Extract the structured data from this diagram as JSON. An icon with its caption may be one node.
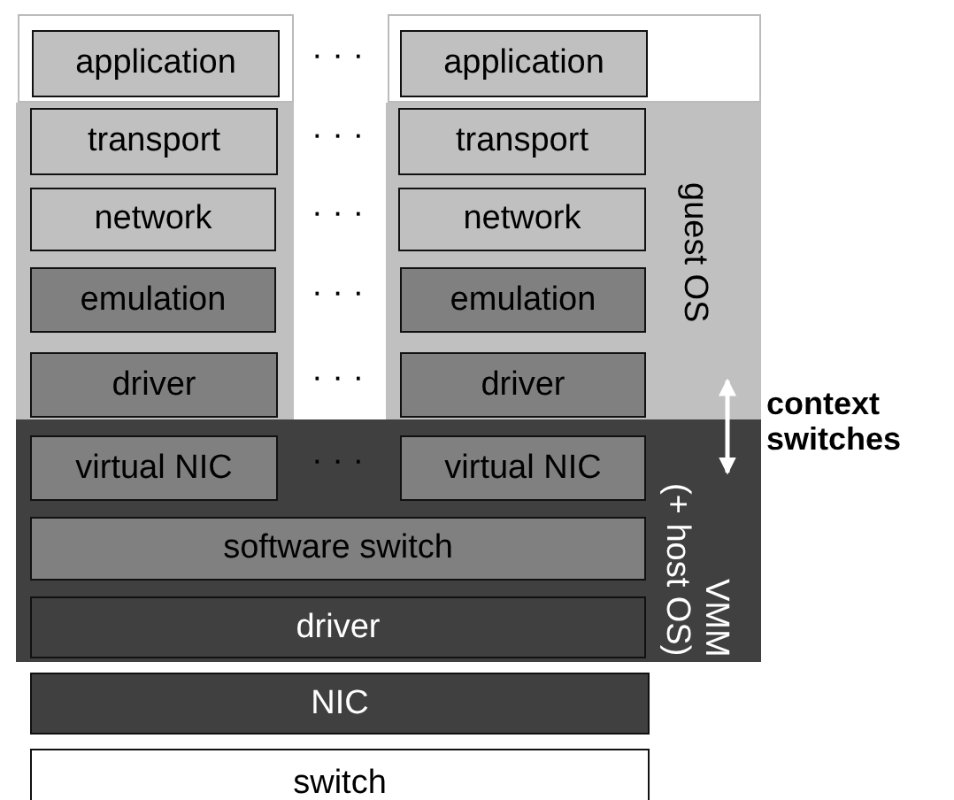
{
  "diagram": {
    "nodes": [
      {
        "text": [],
        "shape": "box"
      },
      {
        "text": [
          "application"
        ],
        "in": 0
      },
      {
        "text": [],
        "shape": "box"
      },
      {
        "text": [
          "application"
        ],
        "in": 2
      },
      {
        "text": [],
        "shape": "box"
      },
      {
        "text": [
          "transport"
        ],
        "in": 4
      },
      {
        "text": [
          "network"
        ],
        "in": 4
      },
      {
        "text": [
          "emulation"
        ],
        "in": 4
      },
      {
        "text": [
          "driver"
        ],
        "in": 4
      },
      {
        "text": [
          "guest OS"
        ]
      },
      {
        "text": [
          "transport"
        ],
        "in": 9
      },
      {
        "text": [
          "network"
        ],
        "in": 9
      },
      {
        "text": [
          "emulation"
        ],
        "in": 9
      },
      {
        "text": [
          "driver"
        ],
        "in": 9
      },
      {
        "text": [
          "VMM (+ host OS)"
        ]
      },
      {
        "text": [
          "virtual NIC"
        ],
        "in": 14
      },
      {
        "text": [
          "virtual NIC"
        ],
        "in": 14
      },
      {
        "text": [
          "software switch"
        ],
        "in": 14
      },
      {
        "text": [
          "driver"
        ],
        "in": 14
      },
      {
        "text": [
          "NIC"
        ]
      },
      {
        "text": [
          "switch"
        ]
      }
    ],
    "edges": [
      {
        "from": 9,
        "to": 14,
        "arrow": "both",
        "label": "context switches"
      }
    ],
    "labels": [
      "· · ·",
      "· · ·",
      "· · ·",
      "· · ·",
      "· · ·",
      "· · ·"
    ]
  }
}
